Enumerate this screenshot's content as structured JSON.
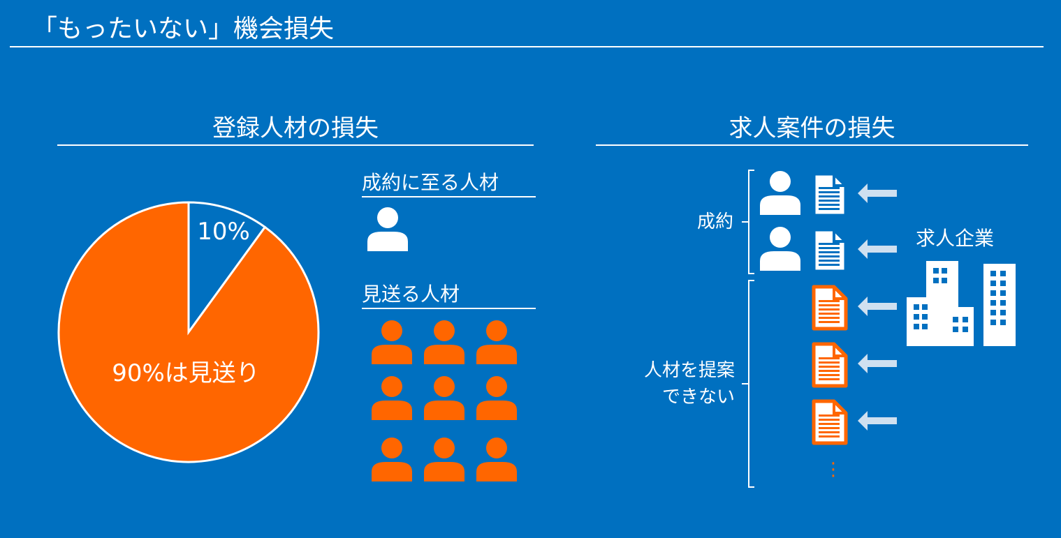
{
  "page_title": "「もったいない」機会損失",
  "left": {
    "title": "登録人材の損失",
    "pie": {
      "slices": [
        {
          "label": "10%",
          "value": 10,
          "color": "#0070c0"
        },
        {
          "label": "90%は見送り",
          "value": 90,
          "color": "#ff6600"
        }
      ]
    },
    "success_label": "成約に至る人材",
    "success_count": 1,
    "rejected_label": "見送る人材",
    "rejected_count": 9
  },
  "right": {
    "title": "求人案件の損失",
    "group_success_label": "成約",
    "group_fail_label": "人材を提案\nできない",
    "company_label": "求人企業",
    "ellipsis": "⋮"
  },
  "colors": {
    "background": "#0070c0",
    "orange": "#ff6600",
    "white": "#ffffff",
    "arrow": "#cfe0f0"
  }
}
